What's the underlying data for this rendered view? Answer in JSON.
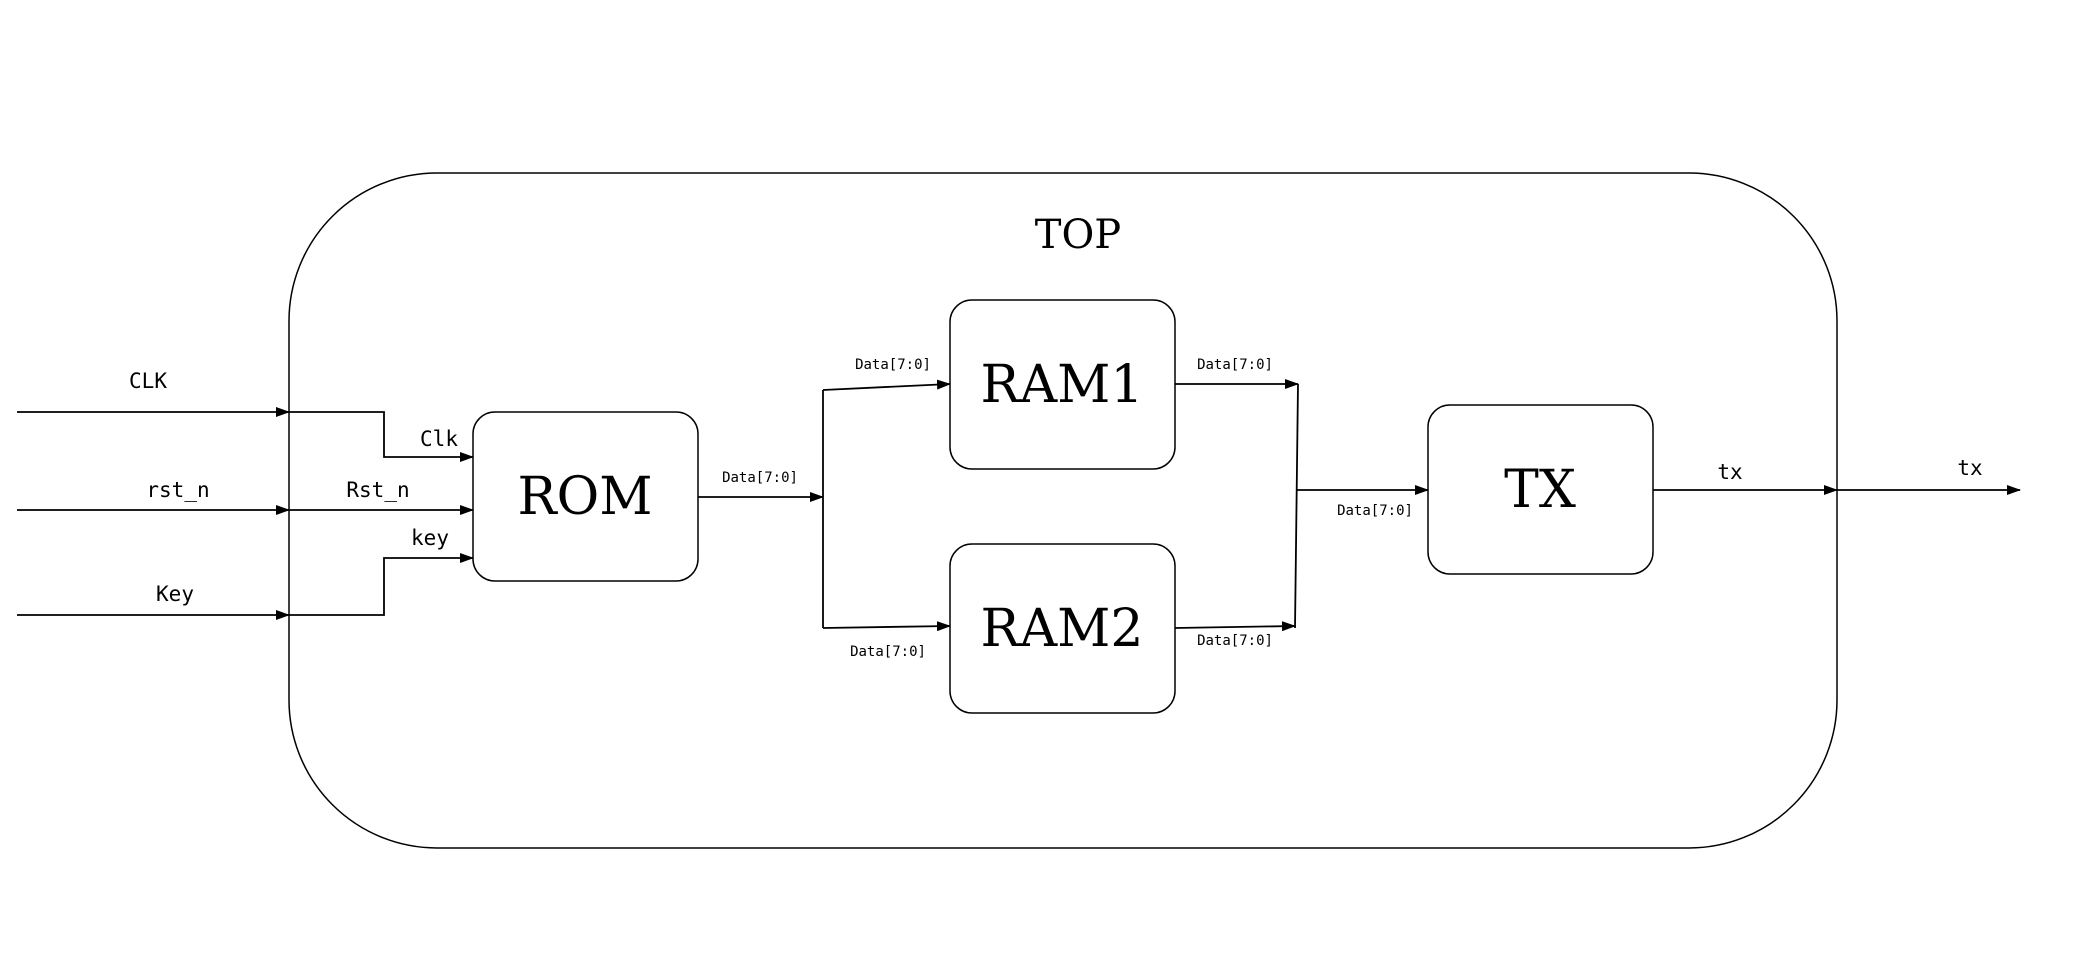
{
  "top_block": {
    "label": "TOP"
  },
  "blocks": {
    "rom": "ROM",
    "ram1": "RAM1",
    "ram2": "RAM2",
    "tx": "TX"
  },
  "external_inputs": {
    "clk": "CLK",
    "rst_n": "rst_n",
    "key": "Key"
  },
  "rom_ports": {
    "clk": "Clk",
    "rst_n": "Rst_n",
    "key": "key"
  },
  "bus_labels": {
    "rom_out": "Data[7:0]",
    "to_ram1": "Data[7:0]",
    "to_ram2": "Data[7:0]",
    "ram1_out": "Data[7:0]",
    "ram2_out": "Data[7:0]",
    "to_tx": "Data[7:0]"
  },
  "outputs": {
    "tx_internal": "tx",
    "tx_external": "tx"
  }
}
